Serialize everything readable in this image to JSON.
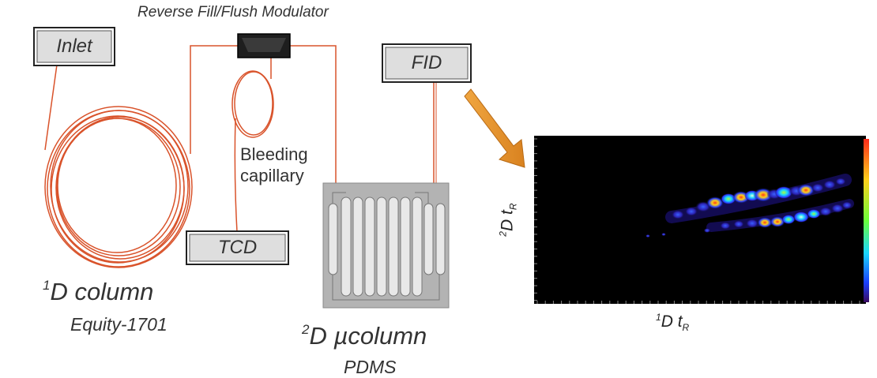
{
  "labels": {
    "modulator": "Reverse Fill/Flush Modulator",
    "inlet": "Inlet",
    "fid": "FID",
    "tcd": "TCD",
    "bleeding_line1": "Bleeding",
    "bleeding_line2": "capillary",
    "column1_sup": "1",
    "column1_title": "D column",
    "column1_phase": "Equity-1701",
    "column2_sup": "2",
    "column2_title": "D µcolumn",
    "column2_phase": "PDMS"
  },
  "chart": {
    "ylabel_sup": "2",
    "ylabel_main": "D t",
    "ylabel_sub": "R",
    "xlabel_sup": "1",
    "xlabel_main": "D t",
    "xlabel_sub": "R"
  },
  "colors": {
    "tubing": "#d9532b",
    "box_fill": "#dedede",
    "box_stroke": "#222222",
    "chip": "#b0b0b0",
    "arrow": "#e0922a",
    "plot_bg": "#000000"
  },
  "chart_data": {
    "type": "heatmap",
    "xlabel": "1D tR",
    "ylabel": "2D tR",
    "colorbar": [
      "#ff2a1a",
      "#ffcf1a",
      "#6aff3a",
      "#1ad6ff",
      "#1a40ff",
      "#3a0a60"
    ]
  }
}
